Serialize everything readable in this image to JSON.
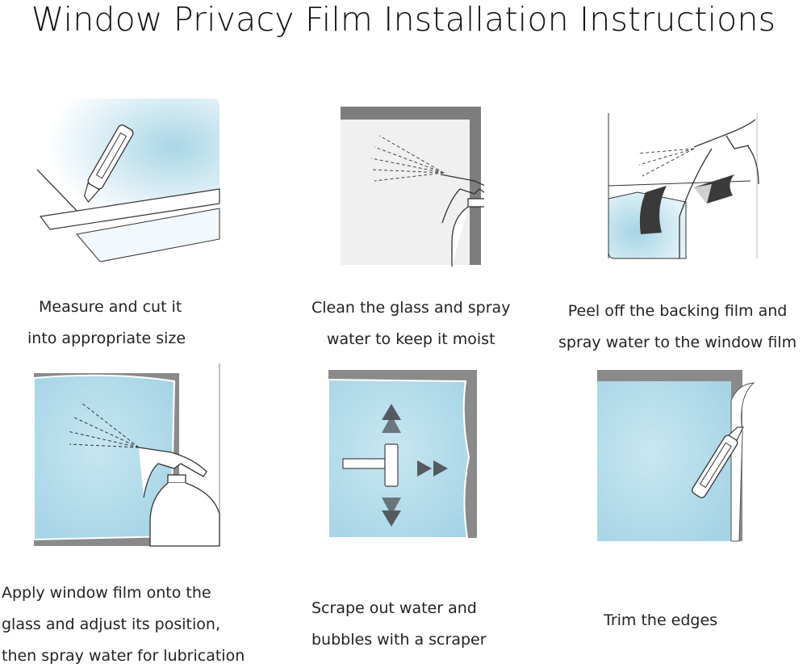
{
  "page": {
    "title": "Window Privacy Film Installation Instructions"
  },
  "steps": [
    {
      "name": "measure-and-cut",
      "lines": [
        "Measure and cut it",
        "into appropriate size"
      ]
    },
    {
      "name": "clean-and-spray",
      "lines": [
        "Clean the glass and spray",
        "water to keep it moist"
      ]
    },
    {
      "name": "peel-backing",
      "lines": [
        "Peel off the backing film and",
        "spray water to the window film"
      ]
    },
    {
      "name": "apply-film",
      "lines": [
        "Apply window film onto the",
        "glass and adjust its position,",
        "then spray water for lubrication"
      ]
    },
    {
      "name": "scrape-bubbles",
      "lines": [
        "Scrape out water and",
        "bubbles with a scraper"
      ]
    },
    {
      "name": "trim-edges",
      "lines": [
        "Trim the edges"
      ]
    }
  ],
  "colors": {
    "glass": "#bfe0ec",
    "frame": "#8a8a8a",
    "arrow": "#555a60",
    "film_dark": "#3a3a3a"
  },
  "icons": [
    "utility-knife-icon",
    "spray-bottle-icon",
    "scraper-icon",
    "arrow-up-icon",
    "arrow-down-icon",
    "arrow-right-icon"
  ]
}
